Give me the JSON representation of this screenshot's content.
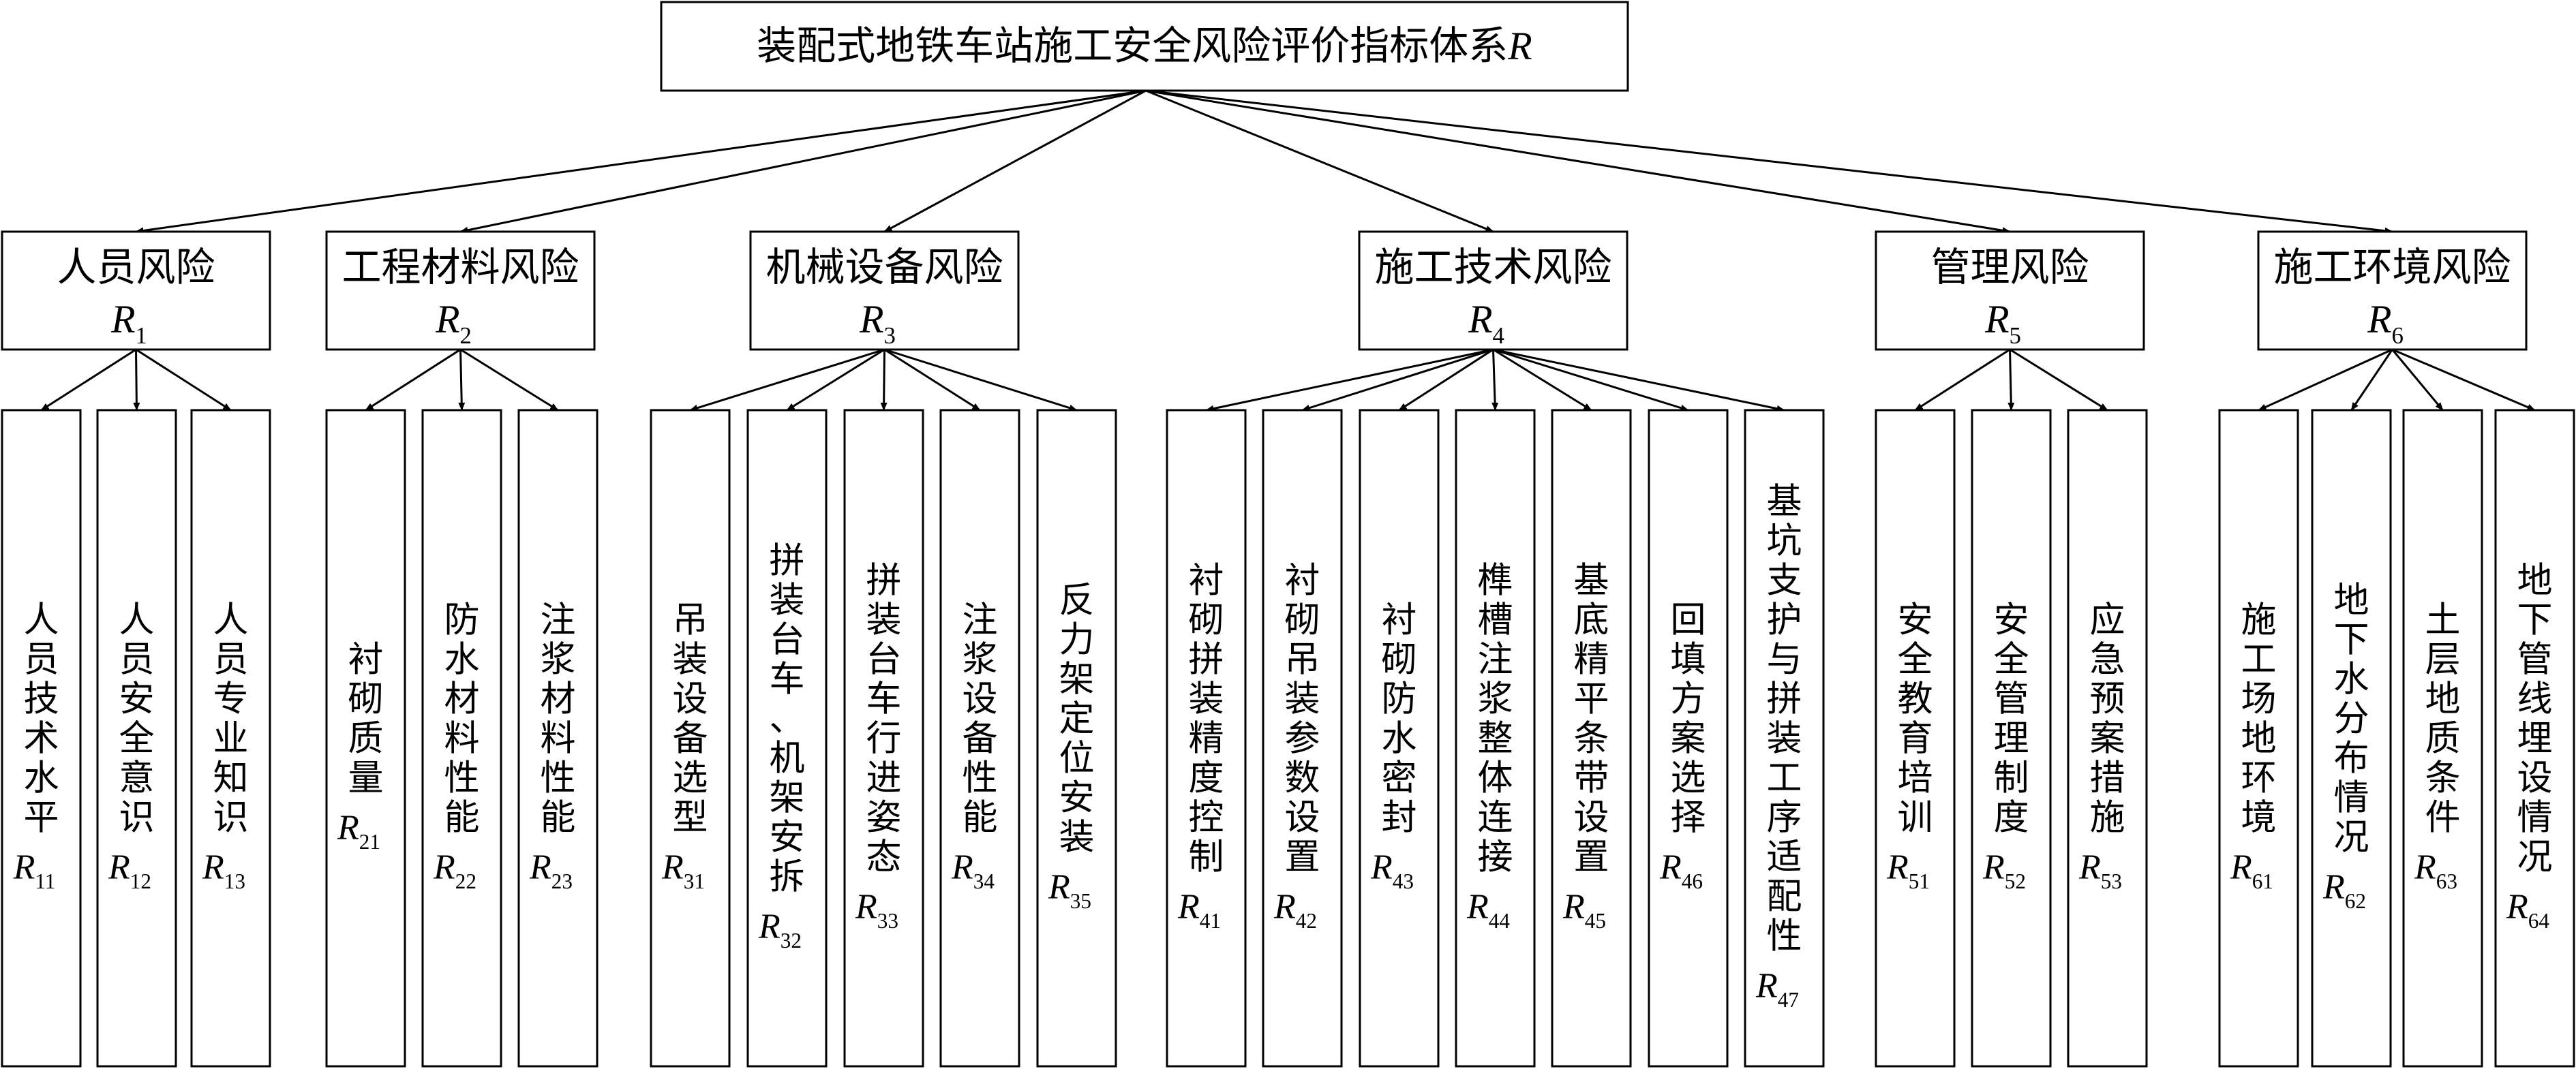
{
  "root": {
    "text": "装配式地铁车站施工安全风险评价指标体系",
    "symbol": "R",
    "sub": ""
  },
  "categories": [
    {
      "text": "人员风险",
      "symbol": "R",
      "sub": "1",
      "indicators": [
        {
          "text": "人员技术水平",
          "symbol": "R",
          "sub": "11"
        },
        {
          "text": "人员安全意识",
          "symbol": "R",
          "sub": "12"
        },
        {
          "text": "人员专业知识",
          "symbol": "R",
          "sub": "13"
        }
      ]
    },
    {
      "text": "工程材料风险",
      "symbol": "R",
      "sub": "2",
      "indicators": [
        {
          "text": "衬砌质量",
          "symbol": "R",
          "sub": "21"
        },
        {
          "text": "防水材料性能",
          "symbol": "R",
          "sub": "22"
        },
        {
          "text": "注浆材料性能",
          "symbol": "R",
          "sub": "23"
        }
      ]
    },
    {
      "text": "机械设备风险",
      "symbol": "R",
      "sub": "3",
      "indicators": [
        {
          "text": "吊装设备选型",
          "symbol": "R",
          "sub": "31"
        },
        {
          "text": "拼装台车、机架安拆",
          "symbol": "R",
          "sub": "32"
        },
        {
          "text": "拼装台车行进姿态",
          "symbol": "R",
          "sub": "33"
        },
        {
          "text": "注浆设备性能",
          "symbol": "R",
          "sub": "34"
        },
        {
          "text": "反力架定位安装",
          "symbol": "R",
          "sub": "35"
        }
      ]
    },
    {
      "text": "施工技术风险",
      "symbol": "R",
      "sub": "4",
      "indicators": [
        {
          "text": "衬砌拼装精度控制",
          "symbol": "R",
          "sub": "41"
        },
        {
          "text": "衬砌吊装参数设置",
          "symbol": "R",
          "sub": "42"
        },
        {
          "text": "衬砌防水密封",
          "symbol": "R",
          "sub": "43"
        },
        {
          "text": "榫槽注浆整体连接",
          "symbol": "R",
          "sub": "44"
        },
        {
          "text": "基底精平条带设置",
          "symbol": "R",
          "sub": "45"
        },
        {
          "text": "回填方案选择",
          "symbol": "R",
          "sub": "46"
        },
        {
          "text": "基坑支护与拼装工序适配性",
          "symbol": "R",
          "sub": "47"
        }
      ]
    },
    {
      "text": "管理风险",
      "symbol": "R",
      "sub": "5",
      "indicators": [
        {
          "text": "安全教育培训",
          "symbol": "R",
          "sub": "51"
        },
        {
          "text": "安全管理制度",
          "symbol": "R",
          "sub": "52"
        },
        {
          "text": "应急预案措施",
          "symbol": "R",
          "sub": "53"
        }
      ]
    },
    {
      "text": "施工环境风险",
      "symbol": "R",
      "sub": "6",
      "indicators": [
        {
          "text": "施工场地环境",
          "symbol": "R",
          "sub": "61"
        },
        {
          "text": "地下水分布情况",
          "symbol": "R",
          "sub": "62"
        },
        {
          "text": "土层地质条件",
          "symbol": "R",
          "sub": "63"
        },
        {
          "text": "地下管线埋设情况",
          "symbol": "R",
          "sub": "64"
        }
      ]
    }
  ]
}
